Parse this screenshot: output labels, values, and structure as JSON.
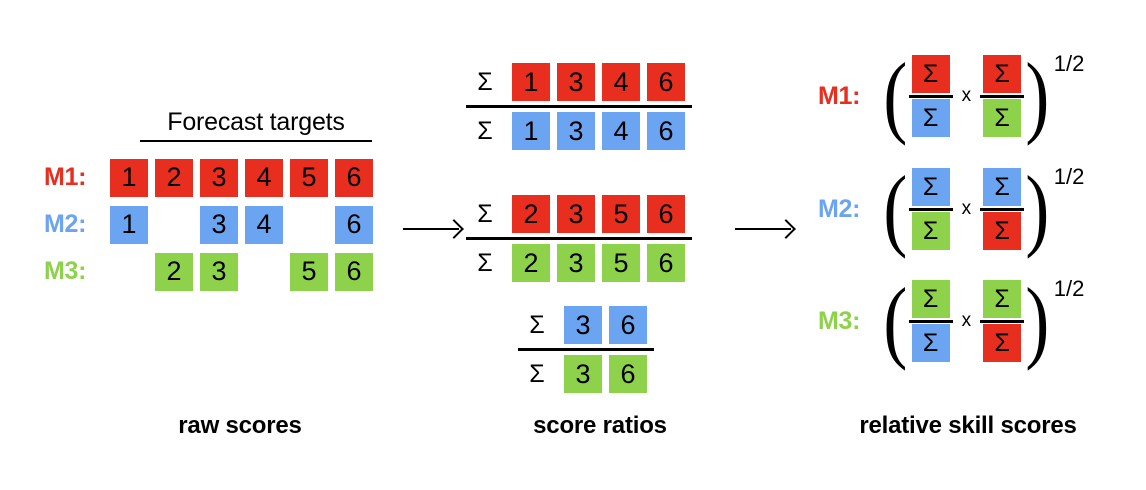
{
  "colors": {
    "red": "#e82e1e",
    "blue": "#6ba4f0",
    "green": "#8ed14b",
    "black": "#000000",
    "background": "#ffffff"
  },
  "left_panel": {
    "heading": "Forecast targets",
    "columns": [
      "1",
      "2",
      "3",
      "4",
      "5",
      "6"
    ],
    "rows": [
      {
        "label": "M1:",
        "color_key": "red",
        "cells": [
          "1",
          "2",
          "3",
          "4",
          "5",
          "6"
        ]
      },
      {
        "label": "M2:",
        "color_key": "blue",
        "cells": [
          "1",
          "",
          "3",
          "4",
          "",
          "6"
        ]
      },
      {
        "label": "M3:",
        "color_key": "green",
        "cells": [
          "",
          "2",
          "3",
          "",
          "5",
          "6"
        ]
      }
    ],
    "caption": "raw scores"
  },
  "arrows": [
    {
      "name": "arrow-raw-to-ratios",
      "glyph": "→"
    },
    {
      "name": "arrow-ratios-to-skill",
      "glyph": "→"
    }
  ],
  "mid_panel": {
    "sum_symbol": "Σ",
    "ratios": [
      {
        "name": "m1-over-m2",
        "numerator": {
          "color_key": "red",
          "values": [
            "1",
            "3",
            "4",
            "6"
          ]
        },
        "denominator": {
          "color_key": "blue",
          "values": [
            "1",
            "3",
            "4",
            "6"
          ]
        }
      },
      {
        "name": "m1-over-m3",
        "numerator": {
          "color_key": "red",
          "values": [
            "2",
            "3",
            "5",
            "6"
          ]
        },
        "denominator": {
          "color_key": "green",
          "values": [
            "2",
            "3",
            "5",
            "6"
          ]
        }
      },
      {
        "name": "m2-over-m3",
        "numerator": {
          "color_key": "blue",
          "values": [
            "3",
            "6"
          ]
        },
        "denominator": {
          "color_key": "green",
          "values": [
            "3",
            "6"
          ]
        }
      }
    ],
    "caption": "score ratios"
  },
  "right_panel": {
    "sum_symbol": "Σ",
    "times_symbol": "x",
    "paren_open": "(",
    "paren_close": ")",
    "exponent": "1/2",
    "rows": [
      {
        "label": "M1:",
        "label_color_key": "red",
        "fraction_1": {
          "numerator_color": "red",
          "denominator_color": "blue"
        },
        "fraction_2": {
          "numerator_color": "red",
          "denominator_color": "green"
        }
      },
      {
        "label": "M2:",
        "label_color_key": "blue",
        "fraction_1": {
          "numerator_color": "blue",
          "denominator_color": "green"
        },
        "fraction_2": {
          "numerator_color": "blue",
          "denominator_color": "red"
        }
      },
      {
        "label": "M3:",
        "label_color_key": "green",
        "fraction_1": {
          "numerator_color": "green",
          "denominator_color": "blue"
        },
        "fraction_2": {
          "numerator_color": "green",
          "denominator_color": "red"
        }
      }
    ],
    "caption": "relative skill scores"
  }
}
